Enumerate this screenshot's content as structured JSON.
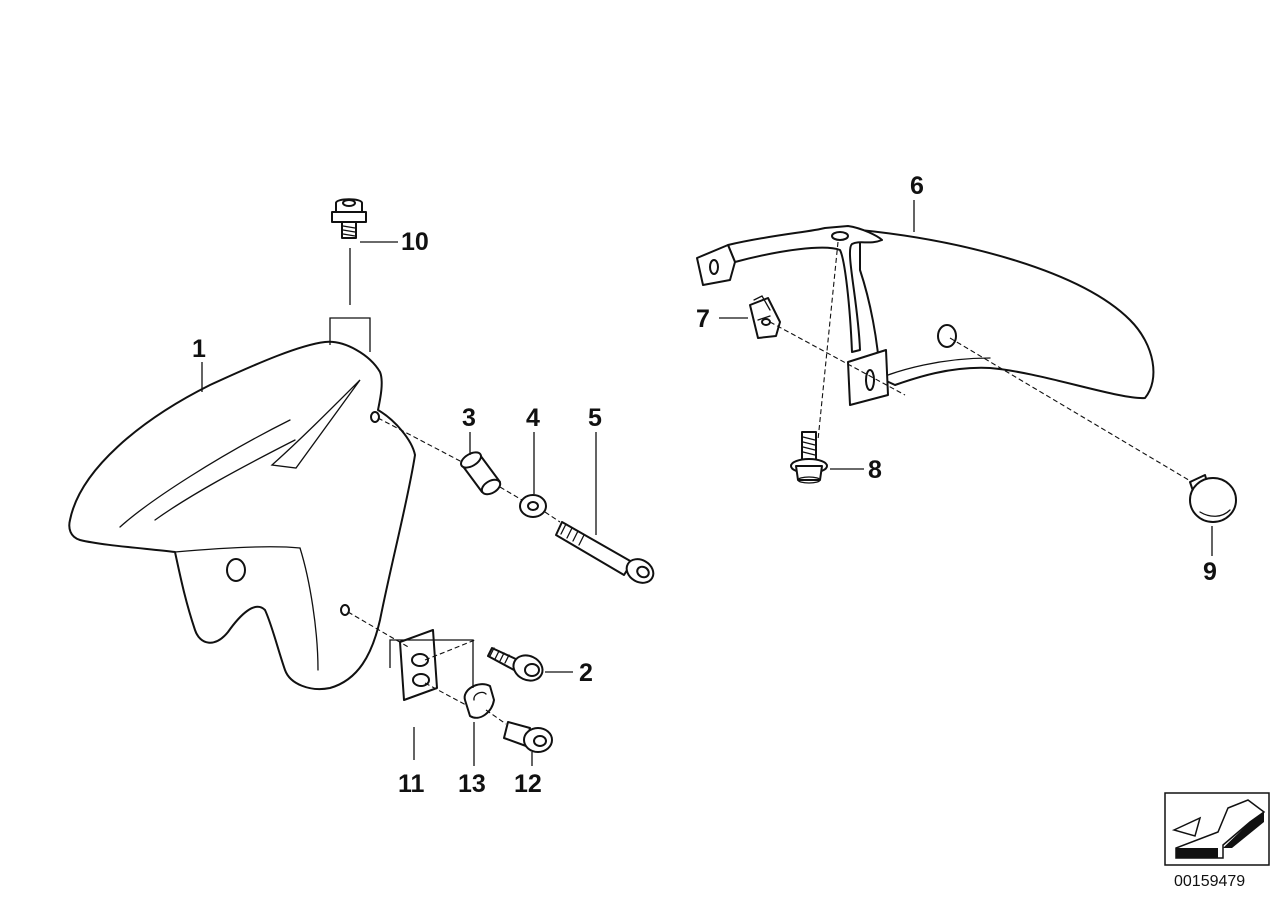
{
  "diagram": {
    "labels": {
      "l1": "1",
      "l2": "2",
      "l3": "3",
      "l4": "4",
      "l5": "5",
      "l6": "6",
      "l7": "7",
      "l8": "8",
      "l9": "9",
      "l10": "10",
      "l11": "11",
      "l12": "12",
      "l13": "13"
    },
    "document_number": "00159479",
    "icons": {
      "corner_symbol": "arrow-symbol-icon"
    },
    "colors": {
      "line": "#111111",
      "background": "#ffffff"
    }
  }
}
